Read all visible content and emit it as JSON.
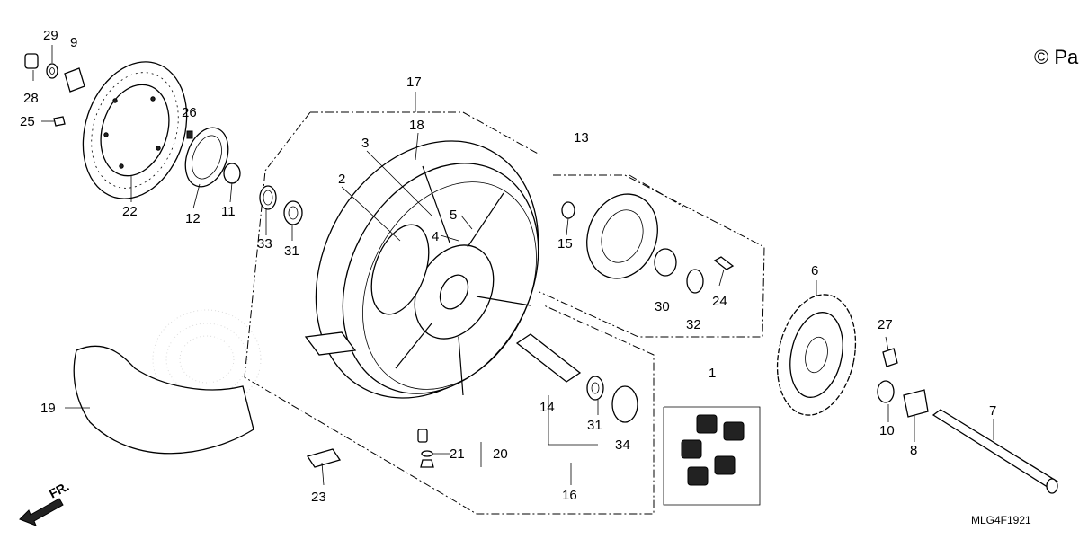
{
  "copyright": "© Pa",
  "diagram_code": "MLG4F1921",
  "front_marker": "FR.",
  "callouts": [
    "1",
    "2",
    "3",
    "4",
    "5",
    "6",
    "7",
    "8",
    "9",
    "10",
    "11",
    "12",
    "13",
    "14",
    "15",
    "16",
    "17",
    "18",
    "19",
    "20",
    "21",
    "22",
    "23",
    "24",
    "25",
    "26",
    "27",
    "28",
    "29",
    "30",
    "31",
    "31",
    "32",
    "33",
    "34"
  ]
}
